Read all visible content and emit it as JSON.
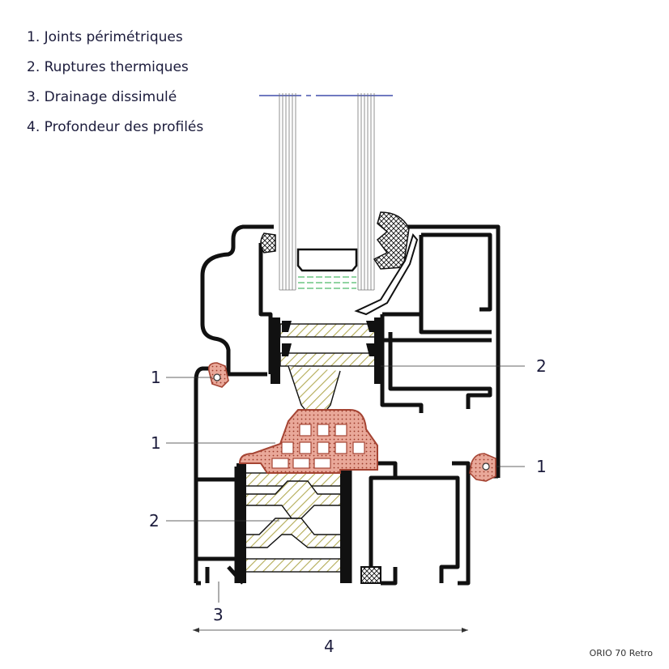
{
  "legend": {
    "items": [
      "1. Joints périmétriques",
      "2. Ruptures thermiques",
      "3. Drainage dissimulé",
      "4. Profondeur des profilés"
    ]
  },
  "callouts": {
    "seal_top": "1",
    "seal_middle": "1",
    "seal_right": "1",
    "thermal_top": "2",
    "thermal_bottom": "2",
    "drainage": "3",
    "depth": "4"
  },
  "caption": "ORIO 70 Retro",
  "colors": {
    "profile": "#111111",
    "gasket": "#e8a898",
    "thermal_break": "#c9c27a",
    "glass": "#888888",
    "spacer_line": "#22aa44",
    "axis_line": "#1a2a9a"
  }
}
